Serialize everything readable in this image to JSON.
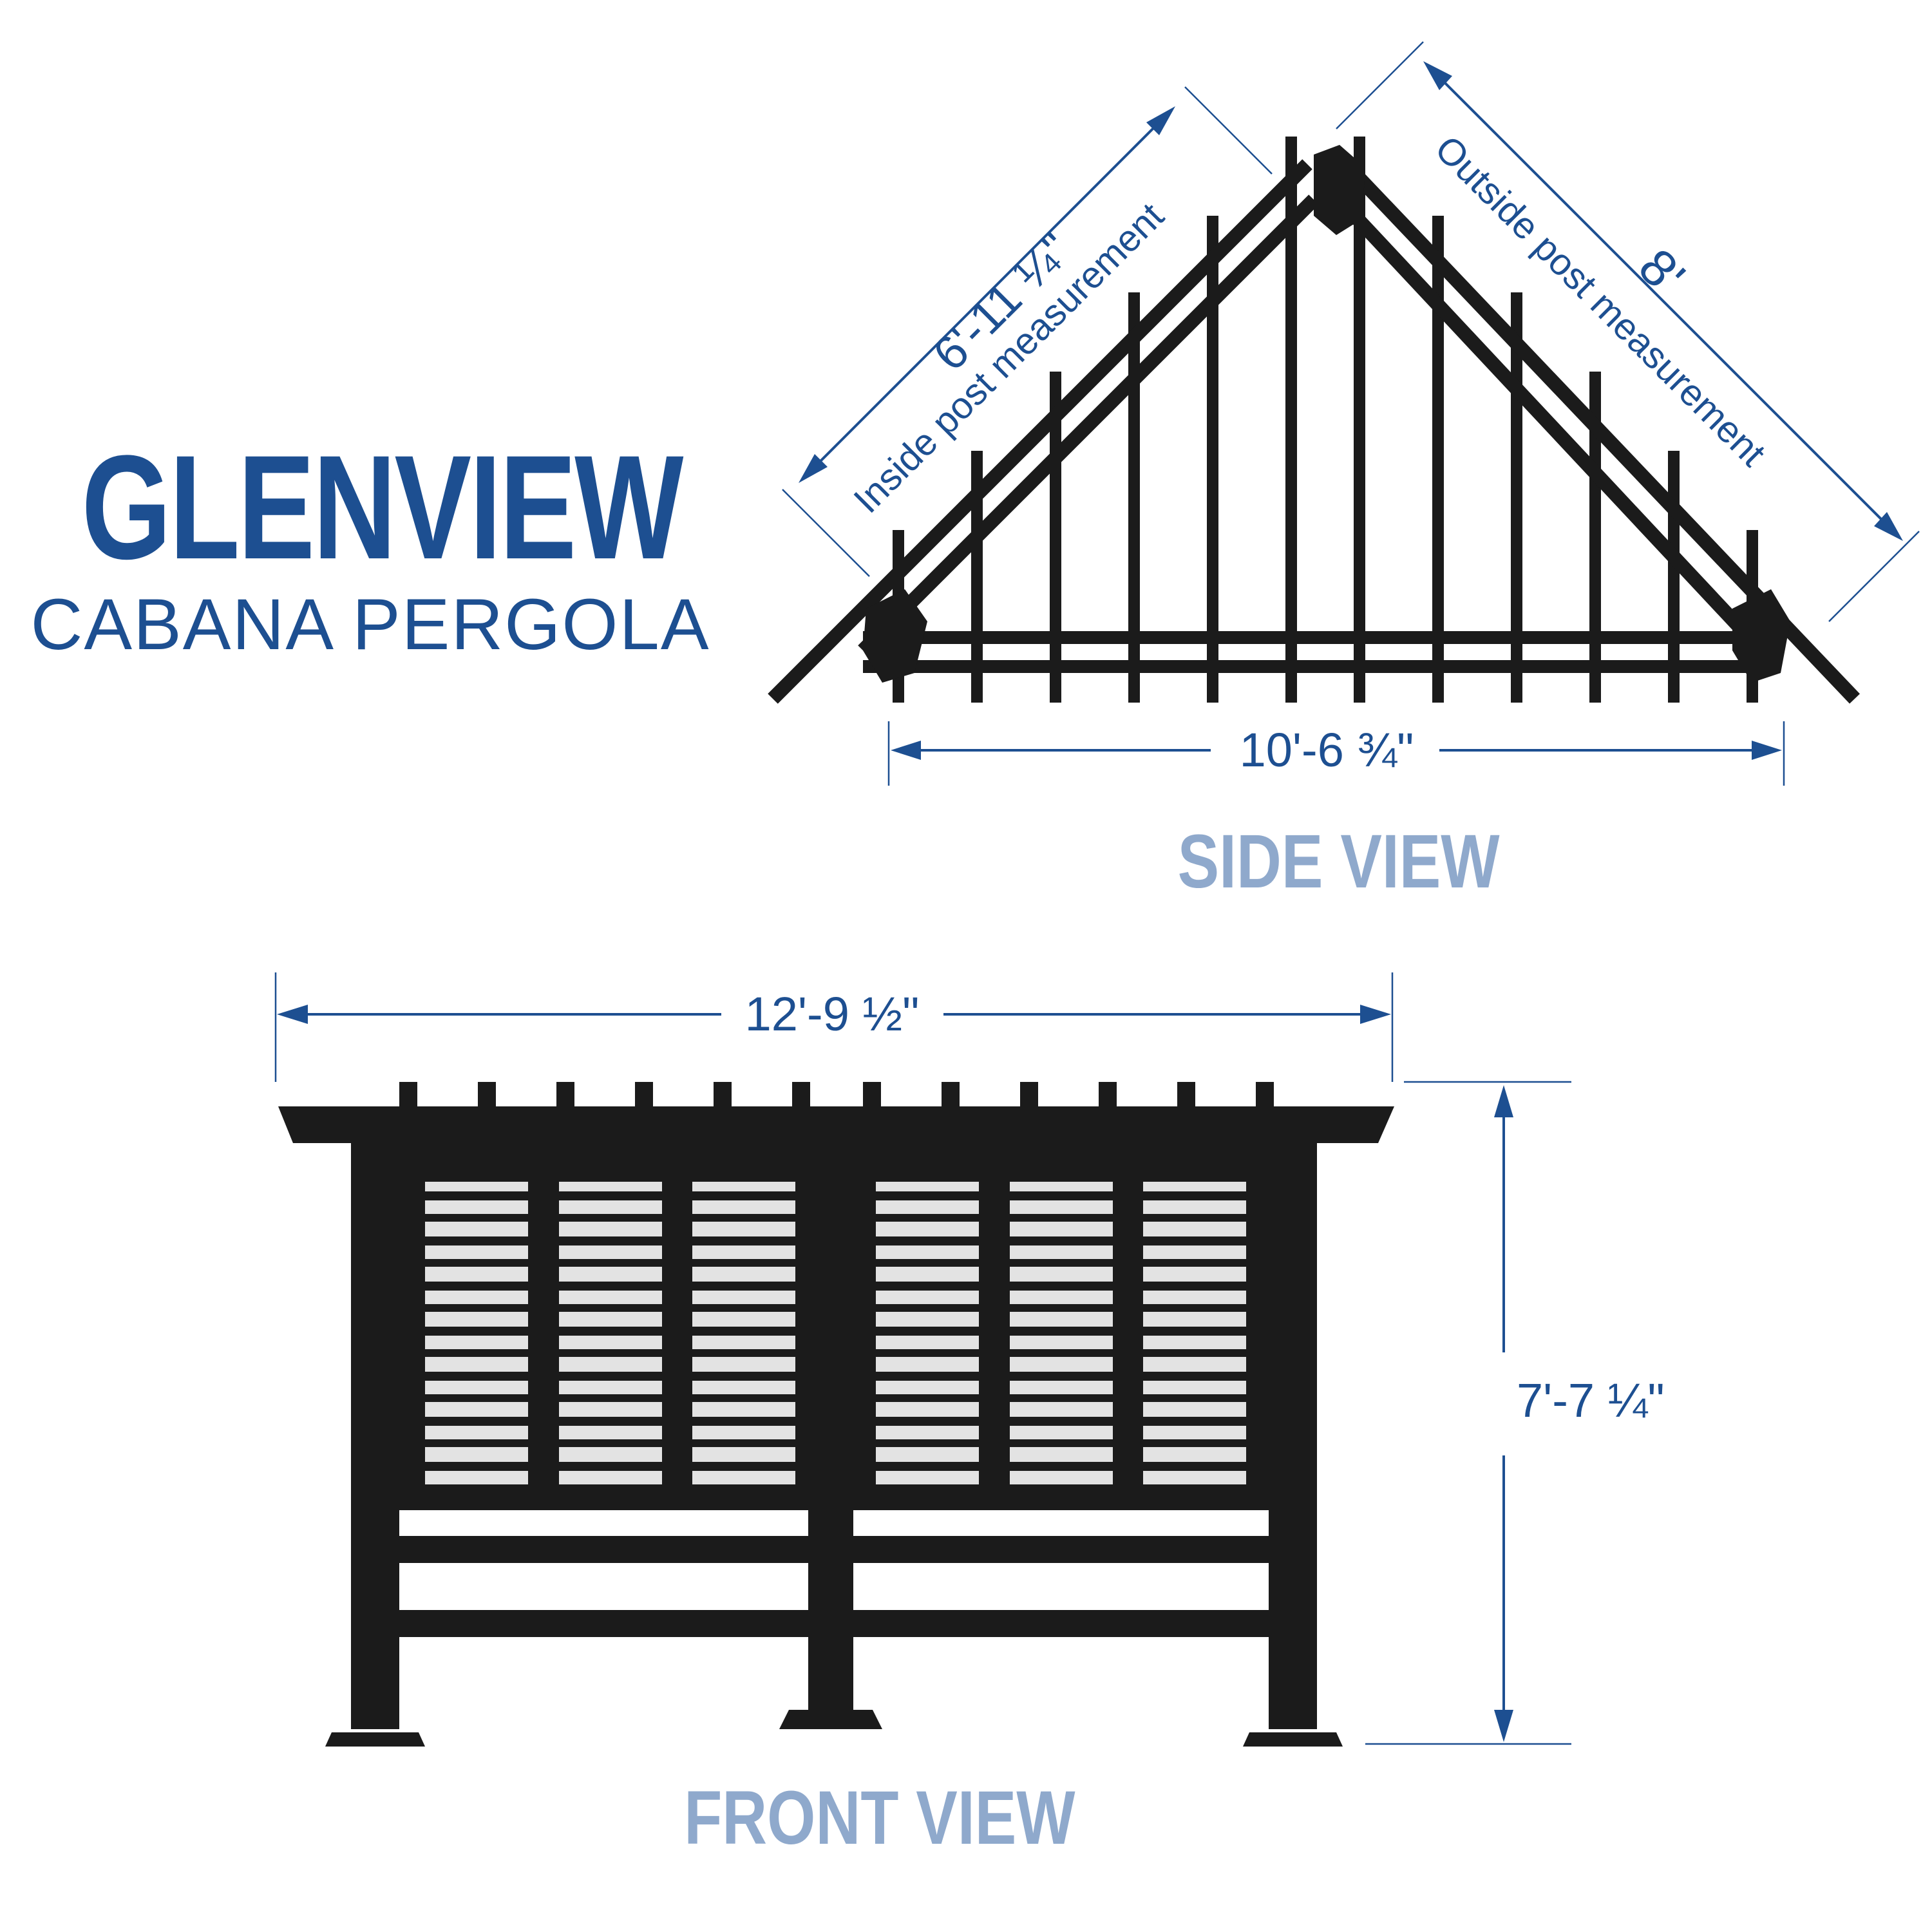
{
  "title": {
    "main": "GLENVIEW",
    "sub": "CABANA PERGOLA"
  },
  "side_view": {
    "label": "SIDE VIEW",
    "dimensions": {
      "inside_length": "6'-11 ¼\"",
      "inside_caption": "Inside post measurement",
      "outside_length": "8'",
      "outside_caption": "Outside post measurement",
      "base_width": "10'-6 ¾\""
    }
  },
  "front_view": {
    "label": "FRONT VIEW",
    "dimensions": {
      "width": "12'-9 ½\"",
      "height": "7'-7 ¼\""
    }
  },
  "colors": {
    "accent": "#1d4f91",
    "label_muted": "#8fa9cc",
    "frame": "#1b1b1b",
    "background": "#ffffff"
  }
}
